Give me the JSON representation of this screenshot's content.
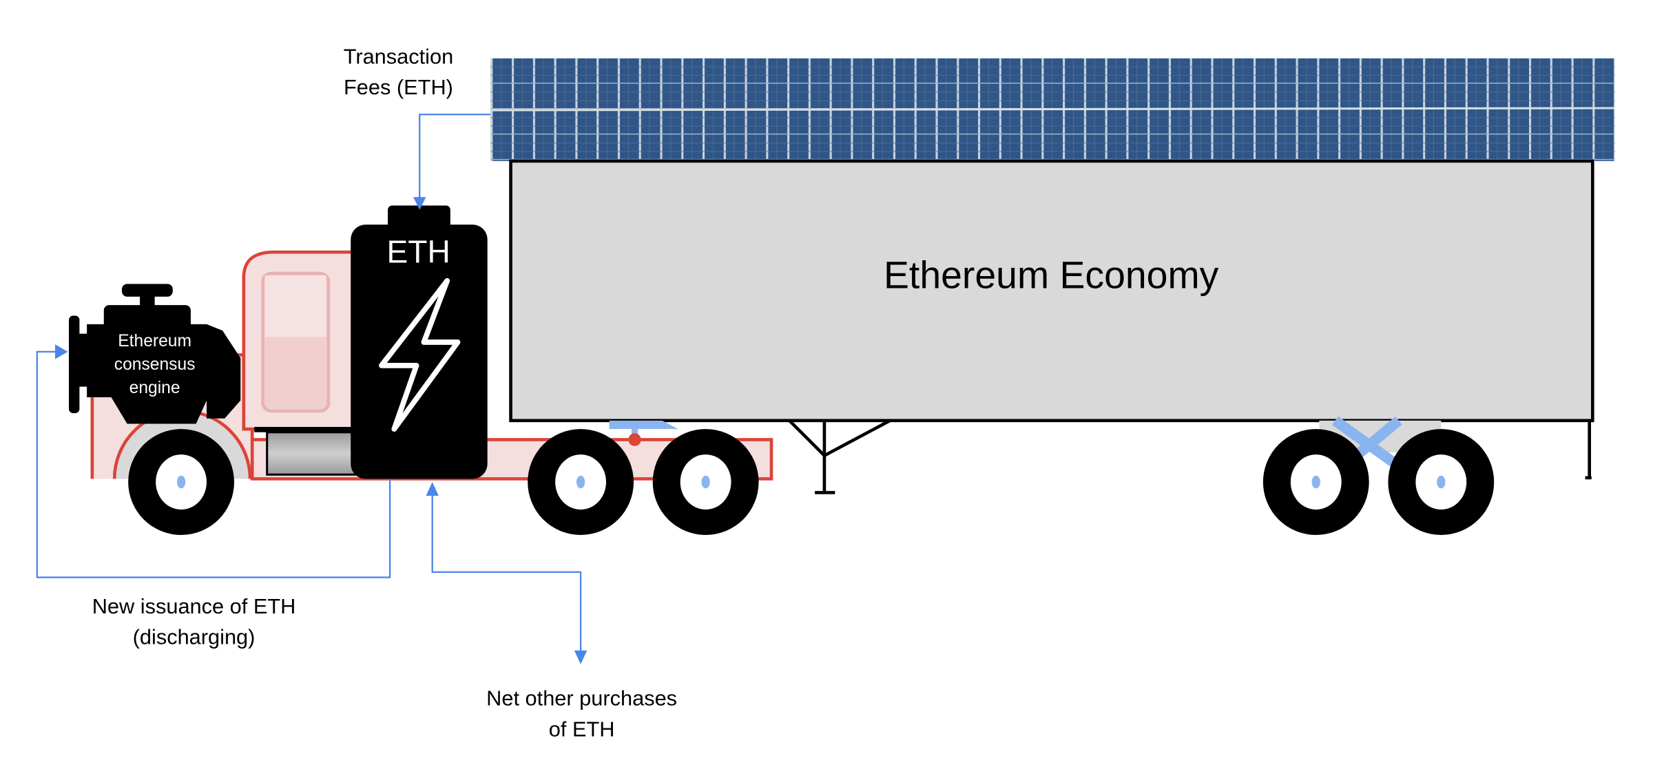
{
  "labels": {
    "transaction_fees": [
      "Transaction",
      "Fees (ETH)"
    ],
    "trailer": "Ethereum Economy",
    "battery": "ETH",
    "engine": [
      "Ethereum",
      "consensus",
      "engine"
    ],
    "new_issuance": [
      "New issuance of ETH",
      "(discharging)"
    ],
    "net_purchases": [
      "Net other purchases",
      "of ETH"
    ]
  },
  "colors": {
    "arrow": "#4a86e8",
    "truck_outline": "#db4437",
    "truck_fill": "#f4dede",
    "trailer_fill": "#d9d9d9",
    "solar_panel": "#2f5687",
    "hub": "#8ab4f0"
  },
  "icons": [
    "solar-panel",
    "battery-icon",
    "lightning-bolt-icon",
    "engine-icon",
    "truck",
    "trailer"
  ]
}
